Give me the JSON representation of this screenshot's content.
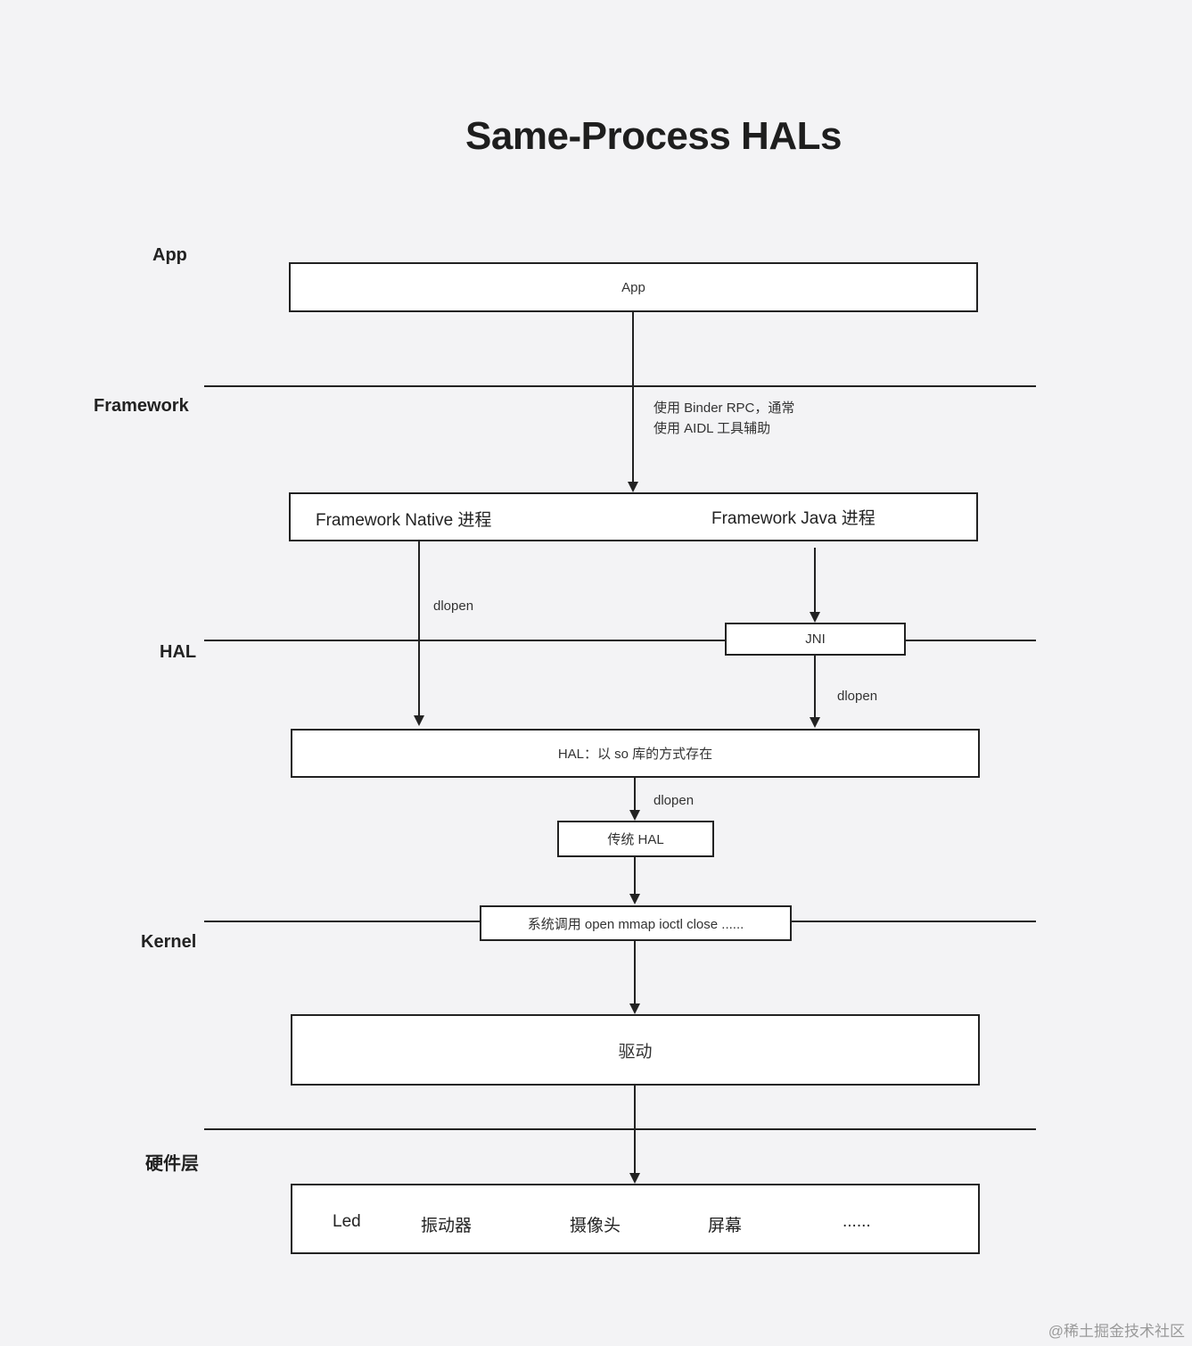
{
  "diagram": {
    "title": "Same-Process HALs",
    "layers": {
      "app": "App",
      "framework": "Framework",
      "hal": "HAL",
      "kernel": "Kernel",
      "hardware": "硬件层"
    },
    "boxes": {
      "app": "App",
      "framework_native": "Framework Native 进程",
      "framework_java": "Framework Java 进程",
      "jni": "JNI",
      "hal_so": "HAL：以 so 库的方式存在",
      "legacy_hal": "传统 HAL",
      "syscall": "系统调用 open mmap ioctl close ......",
      "driver": "驱动"
    },
    "edges": {
      "binder_note_line1": "使用 Binder RPC，通常",
      "binder_note_line2": "使用 AIDL 工具辅助",
      "native_dlopen": "dlopen",
      "jni_dlopen": "dlopen",
      "hal_dlopen": "dlopen"
    },
    "hardware_items": [
      "Led",
      "振动器",
      "摄像头",
      "屏幕",
      "......"
    ]
  },
  "watermark": "@稀土掘金技术社区"
}
